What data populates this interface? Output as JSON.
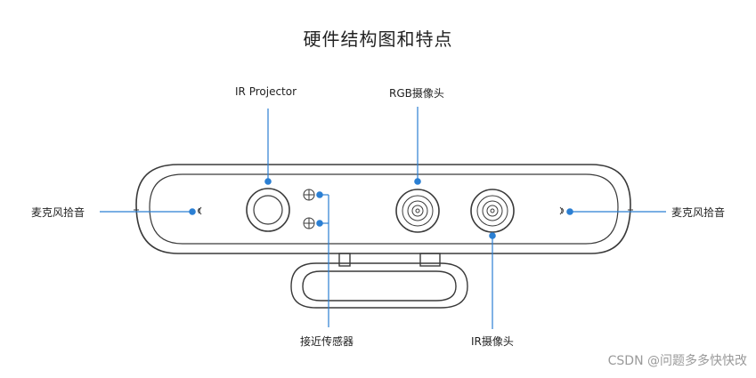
{
  "title": "硬件结构图和特点",
  "labels": {
    "ir_projector": "IR Projector",
    "rgb_camera": "RGB摄像头",
    "mic_left": "麦克风拾音",
    "mic_right": "麦克风拾音",
    "proximity_sensor": "接近传感器",
    "ir_camera": "IR摄像头"
  },
  "watermark": "CSDN @问题多多快快改",
  "colors": {
    "leader": "#2b7fd3",
    "outline": "#3a3a3a"
  }
}
